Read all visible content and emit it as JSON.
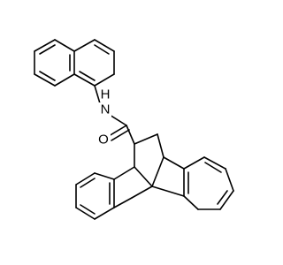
{
  "molecule": {
    "atoms": {
      "nitrogen": "N",
      "oxygen": "O",
      "hydrogen": "H"
    }
  },
  "colors": {
    "background": "#ffffff",
    "bond": "#000000",
    "label": "#000000"
  }
}
